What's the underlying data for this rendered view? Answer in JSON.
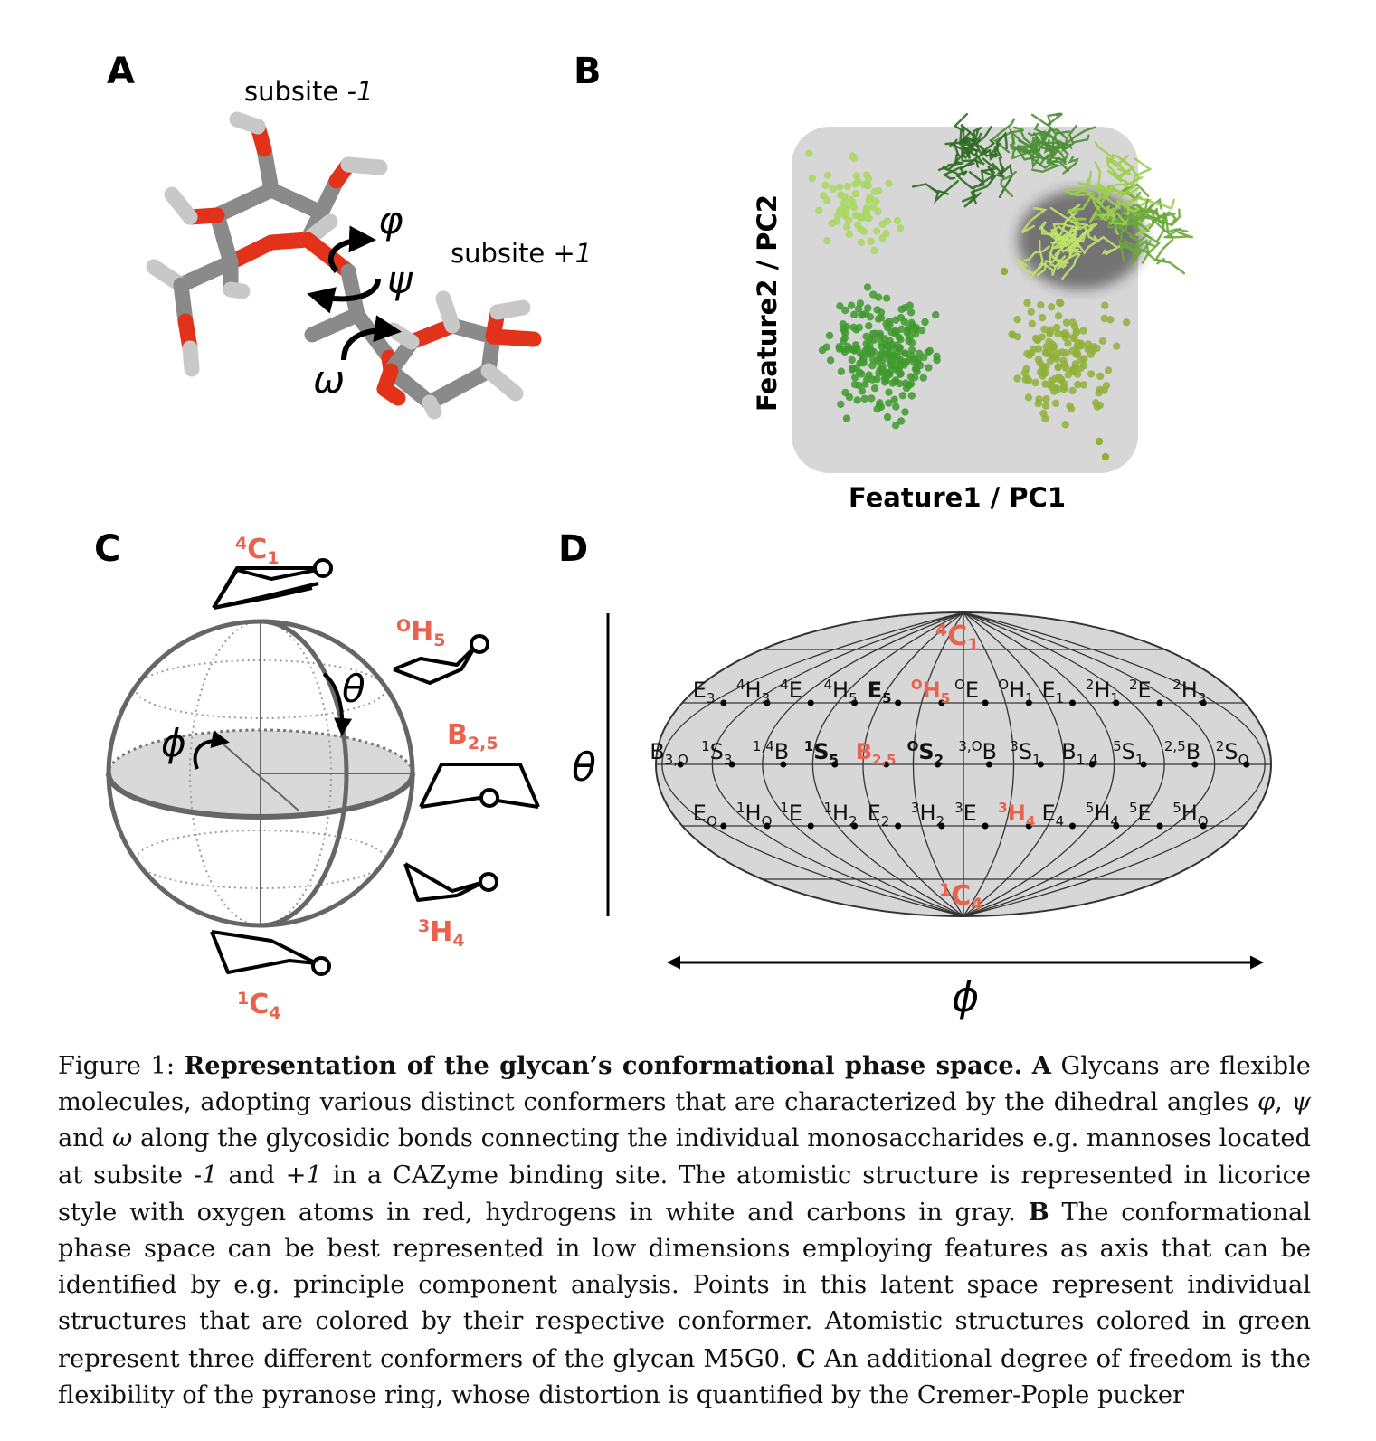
{
  "panels": {
    "a": {
      "label": "A",
      "subsite_minus": "subsite -1",
      "subsite_plus": "subsite +1",
      "phi": "φ",
      "psi": "ψ",
      "omega": "ω"
    },
    "b": {
      "label": "B",
      "xlabel": "Feature1 / PC1",
      "ylabel": "Feature2 / PC2"
    },
    "c": {
      "label": "C",
      "conformers": [
        "4C1",
        "OH5",
        "B2,5",
        "3H4",
        "1C4"
      ],
      "theta": "θ",
      "phi": "ϕ"
    },
    "d": {
      "label": "D",
      "top_pole": "4C1",
      "bottom_pole": "1C4",
      "theta": "θ",
      "phi": "ϕ",
      "row_upper": [
        "E3",
        "4H3",
        "4E",
        "4H5",
        "E5",
        "OH5",
        "OE",
        "OH1",
        "E1",
        "2H1",
        "2E",
        "2H3"
      ],
      "row_middle": [
        "B3,O",
        "1S3",
        "1,4B",
        "1S5",
        "B2,5",
        "OS2",
        "3,OB",
        "3S1",
        "B1,4",
        "5S1",
        "2,5B",
        "2SO"
      ],
      "row_lower": [
        "EO",
        "1HO",
        "1E",
        "1H2",
        "E2",
        "3H2",
        "3E",
        "3H4",
        "E4",
        "5H4",
        "5E",
        "5HO"
      ]
    }
  },
  "caption": {
    "prefix": "Figure 1: ",
    "title": "Representation of the glycan’s conformational phase space.",
    "p1_label": "A",
    "p1_text_a": " Glycans are flexible molecules, adopting various distinct conformers that are characterized by the dihedral angles ",
    "p1_sym_phi": "φ",
    "p1_sep1": ", ",
    "p1_sym_psi": "ψ",
    "p1_and": " and ",
    "p1_sym_omega": "ω",
    "p1_text_b": " along the glycosidic bonds connecting the individual monosaccharides e.g. mannoses located at subsite ",
    "p1_minus": "-1",
    "p1_and2": " and ",
    "p1_plus": "+1",
    "p1_text_c": " in a CAZyme binding site. The atomistic structure is represented in licorice style with oxygen atoms in red, hydrogens in white and carbons in gray. ",
    "p2_label": "B",
    "p2_text": " The conformational phase space can be best represented in low dimensions employing features as axis that can be identified by e.g. principle component analysis. Points in this latent space represent individual structures that are colored by their respective conformer. Atomistic structures colored in green represent three different conformers of the glycan M5G0. ",
    "p3_label": "C",
    "p3_text": " An additional degree of freedom is the flexibility of the pyranose ring, whose distortion is quantified by the Cremer-Pople pucker"
  },
  "colors": {
    "oxygen": "#e2321a",
    "carbon": "#8a8a8a",
    "hydrogen": "#c8c8c8",
    "highlight": "#e8624d",
    "cluster_light": "#a8d860",
    "cluster_mid": "#3f9a2e",
    "cluster_olive": "#8fb13a",
    "panel_bg": "#d7d7d7"
  }
}
